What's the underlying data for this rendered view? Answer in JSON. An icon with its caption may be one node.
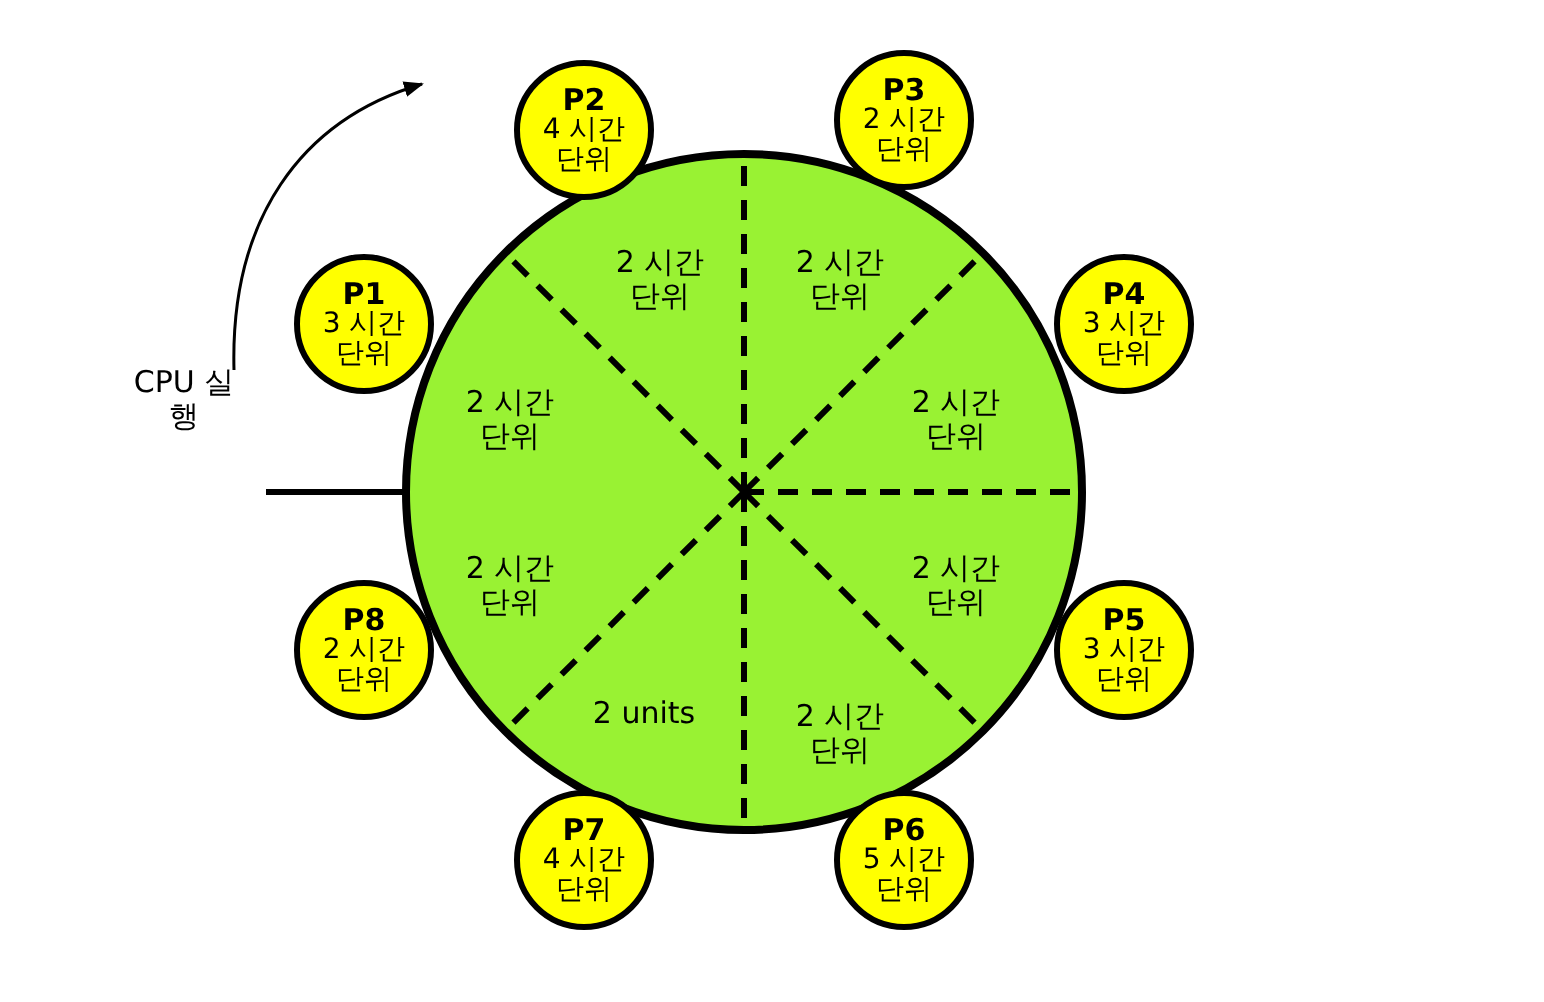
{
  "diagram": {
    "nodes": [
      {
        "text": [
          "P1",
          "3 시간 단위"
        ]
      },
      {
        "text": [
          "P2",
          "4 시간 단위"
        ]
      },
      {
        "text": [
          "P3",
          "2 시간 단위"
        ]
      },
      {
        "text": [
          "P4",
          "3 시간 단위"
        ]
      },
      {
        "text": [
          "P5",
          "3 시간 단위"
        ]
      },
      {
        "text": [
          "P6",
          "5 시간 단위"
        ]
      },
      {
        "text": [
          "P7",
          "4 시간 단위"
        ]
      },
      {
        "text": [
          "P8",
          "2 시간 단위"
        ]
      },
      {
        "text": [],
        "shape": "circle"
      }
    ],
    "labels": [
      "2 시간 단위",
      "2 시간 단위",
      "CPU 실행",
      "2 시간 단위",
      "2 시간 단위",
      "2 시간 단위",
      "2 시간 단위",
      "2 units",
      "2 시간 단위"
    ]
  }
}
